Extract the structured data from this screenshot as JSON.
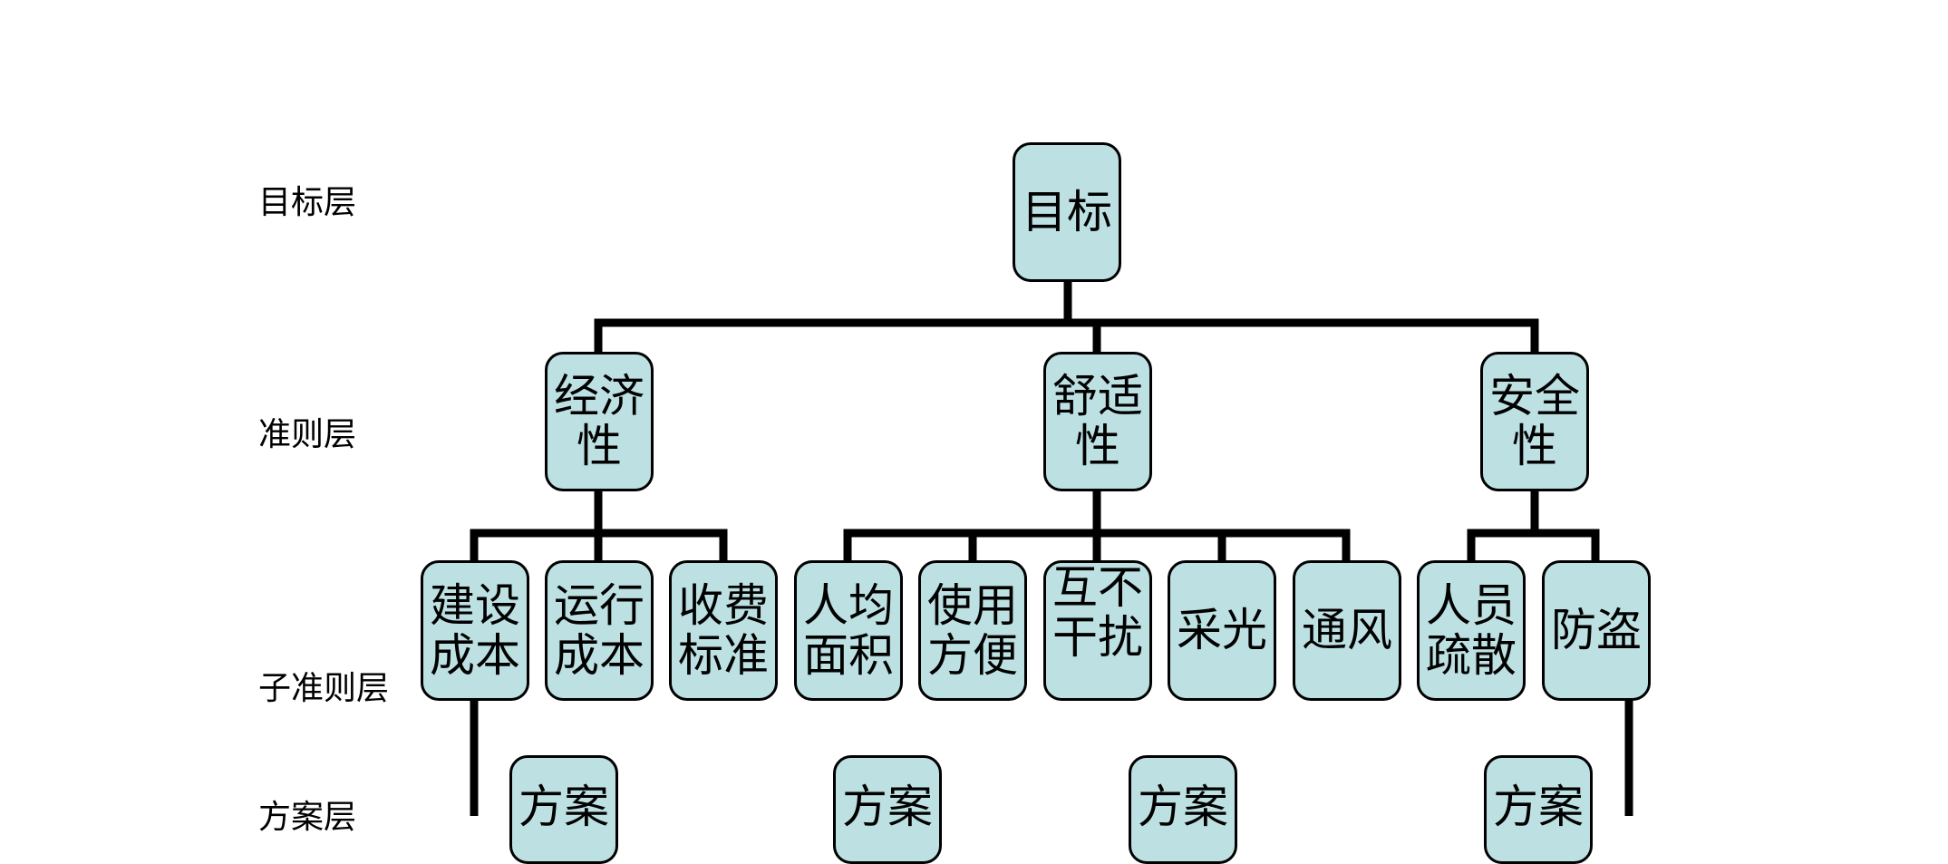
{
  "layers": {
    "goal": "目标层",
    "criteria": "准则层",
    "subcriteria": "子准则层",
    "alternatives": "方案层"
  },
  "goal": {
    "label": "目标"
  },
  "criteria": [
    {
      "label": "经济性"
    },
    {
      "label": "舒适性"
    },
    {
      "label": "安全性"
    }
  ],
  "subcriteria": [
    {
      "label": "建设成本",
      "parent": 0
    },
    {
      "label": "运行成本",
      "parent": 0
    },
    {
      "label": "收费标准",
      "parent": 0
    },
    {
      "label": "人均面积",
      "parent": 1
    },
    {
      "label": "使用方便",
      "parent": 1
    },
    {
      "label": "互不干扰",
      "parent": 1
    },
    {
      "label": "采光",
      "parent": 1
    },
    {
      "label": "通风",
      "parent": 1
    },
    {
      "label": "人员疏散",
      "parent": 2
    },
    {
      "label": "防盗",
      "parent": 2
    }
  ],
  "alternatives": [
    {
      "label": "方案"
    },
    {
      "label": "方案"
    },
    {
      "label": "方案"
    },
    {
      "label": "方案"
    }
  ]
}
